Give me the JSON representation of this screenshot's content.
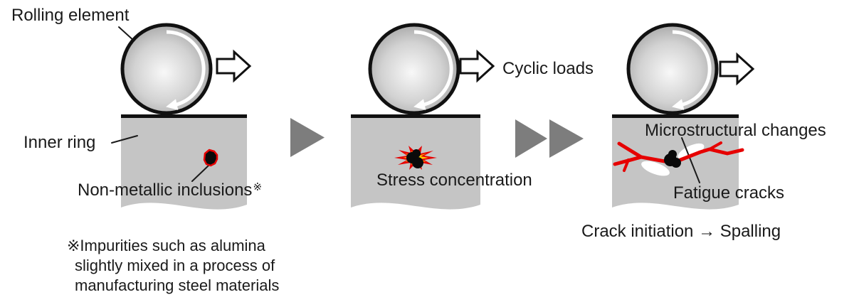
{
  "labels": {
    "rolling_element": "Rolling element",
    "inner_ring": "Inner ring",
    "non_metallic_inclusions": "Non-metallic inclusions",
    "ref_mark": "※",
    "cyclic_loads": "Cyclic loads",
    "stress_concentration": "Stress concentration",
    "microstructural_changes": "Microstructural changes",
    "fatigue_cracks": "Fatigue cracks",
    "result_caption": "Crack initiation → Spalling"
  },
  "footnote": {
    "line1": "※Impurities such as alumina",
    "line2": "slightly mixed in a process of",
    "line3": "manufacturing steel materials"
  },
  "colors": {
    "inner_ring_gray": "#c5c5c5",
    "step_arrow_gray": "#7d7d7d",
    "crack_red": "#e60000",
    "burst_yellow": "#ffcc00",
    "outline_black": "#111111",
    "text_color": "#1a1a1a"
  }
}
